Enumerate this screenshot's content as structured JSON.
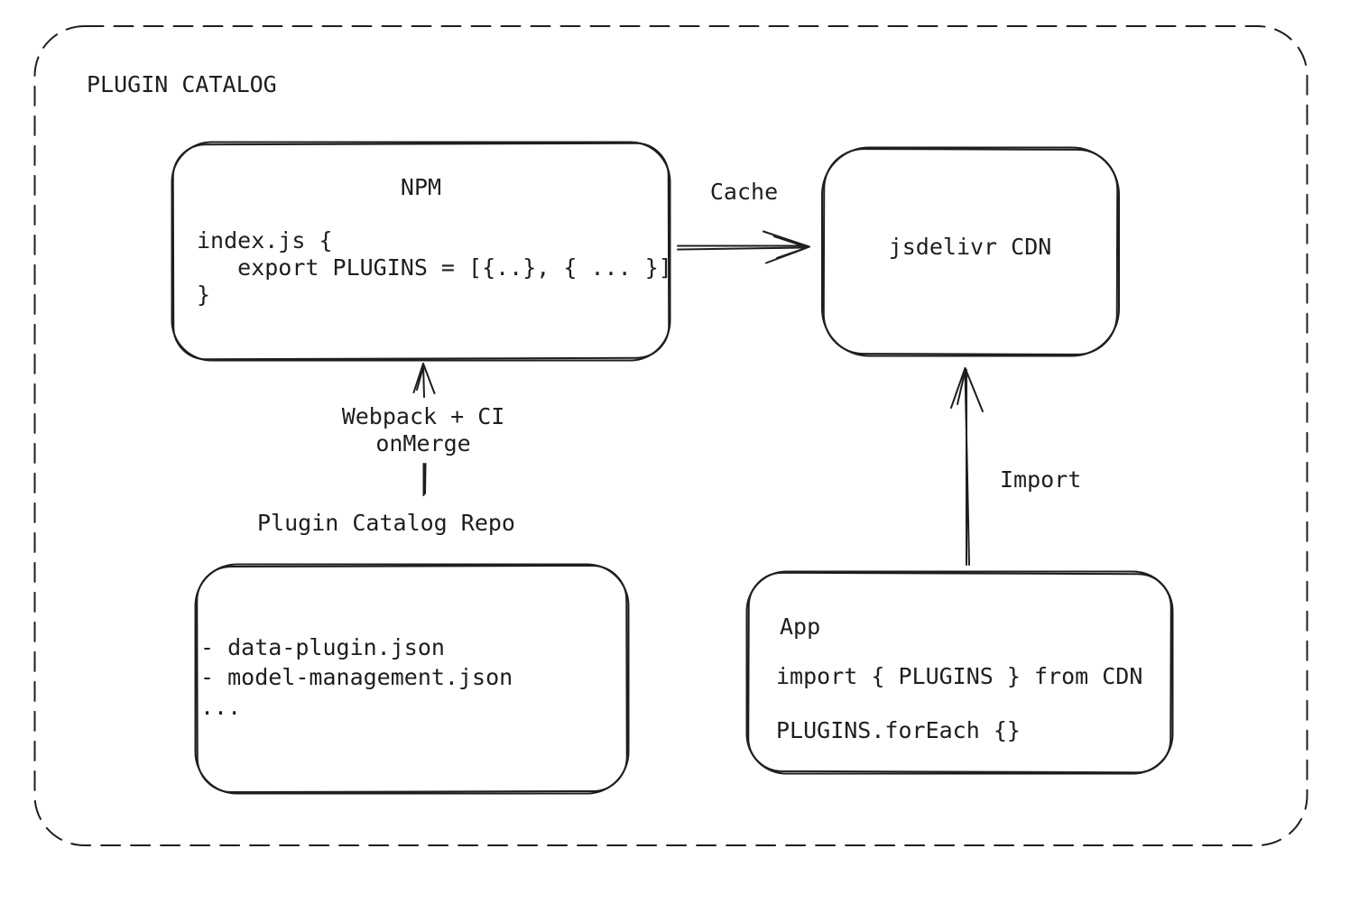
{
  "colors": {
    "stroke": "#1e1e1e",
    "text": "#1e1e1e",
    "background": "#ffffff"
  },
  "frame": {
    "title": "PLUGIN CATALOG"
  },
  "nodes": {
    "npm": {
      "title": "NPM",
      "code": "index.js {\n   export PLUGINS = [{..}, { ... }]\n}"
    },
    "cdn": {
      "title": "jsdelivr CDN"
    },
    "repo": {
      "title": "Plugin Catalog Repo",
      "files": "- data-plugin.json\n- model-management.json\n..."
    },
    "app": {
      "title": "App",
      "code": "import { PLUGINS } from CDN\n\nPLUGINS.forEach {}"
    }
  },
  "edges": {
    "cache": {
      "label": "Cache"
    },
    "build": {
      "label": "Webpack + CI\nonMerge"
    },
    "import": {
      "label": "Import"
    }
  }
}
